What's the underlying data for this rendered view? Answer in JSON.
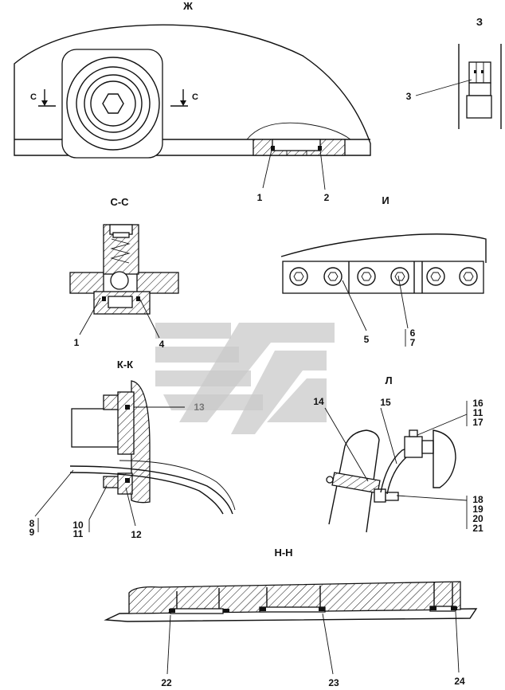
{
  "views": {
    "zh": {
      "title": "Ж",
      "section_marks": [
        "С",
        "С"
      ],
      "callouts": [
        "1",
        "2"
      ]
    },
    "z": {
      "title": "З",
      "callouts": [
        "3"
      ]
    },
    "cc": {
      "title": "С-С",
      "callouts": [
        "1",
        "4"
      ]
    },
    "i": {
      "title": "И",
      "callouts": [
        "5",
        "6",
        "7"
      ]
    },
    "kk": {
      "title": "К-К",
      "callouts": [
        "13",
        "8",
        "9",
        "10",
        "11",
        "12"
      ]
    },
    "l": {
      "title": "Л",
      "callouts": [
        "14",
        "15",
        "16",
        "11",
        "17",
        "18",
        "19",
        "20",
        "21"
      ]
    },
    "nn": {
      "title": "Н-Н",
      "callouts": [
        "22",
        "23",
        "24"
      ]
    }
  }
}
